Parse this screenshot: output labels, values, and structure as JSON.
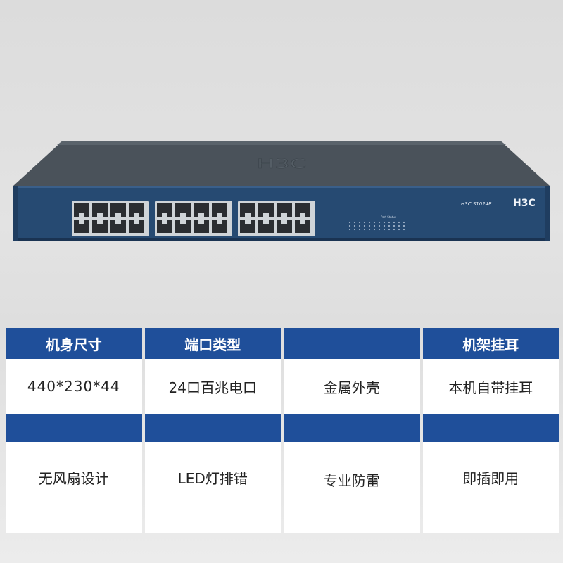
{
  "device": {
    "brand_logo": "H3C",
    "model_label": "H3C S1024R",
    "status_label": "Port Status",
    "colors": {
      "panel": "#264a72",
      "chassis": "#3d4650"
    }
  },
  "specs": {
    "header_row": [
      {
        "label": "机身尺寸"
      },
      {
        "label": "端口类型"
      },
      {
        "label": ""
      },
      {
        "label": "机架挂耳"
      }
    ],
    "value_row": [
      {
        "value": "440*230*44"
      },
      {
        "value": "24口百兆电口"
      },
      {
        "value": "金属外壳"
      },
      {
        "value": "本机自带挂耳"
      }
    ],
    "feature_row": [
      {
        "value": "无风扇设计"
      },
      {
        "value": "LED灯排错"
      },
      {
        "value": "专业防雷"
      },
      {
        "value": "即插即用"
      }
    ],
    "colors": {
      "header": "#1f4f9a",
      "text": "#222222"
    }
  }
}
